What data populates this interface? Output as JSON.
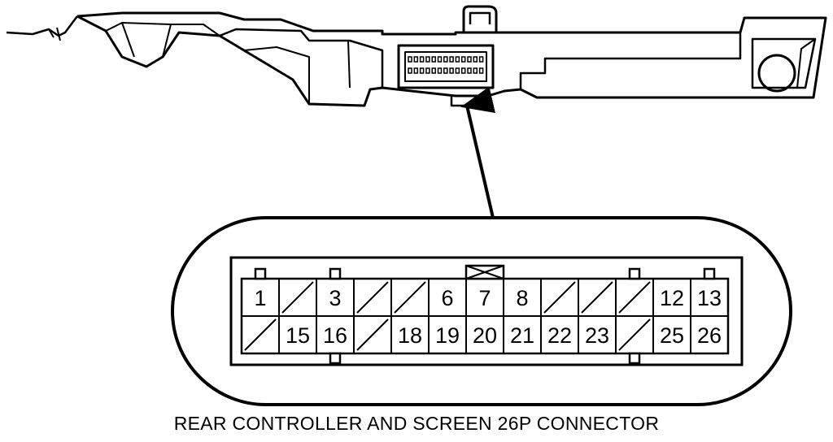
{
  "caption": "REAR CONTROLLER AND SCREEN 26P CONNECTOR",
  "connector": {
    "pins_per_row": 13,
    "top_row": [
      "1",
      "",
      "3",
      "",
      "",
      "6",
      "7",
      "8",
      "",
      "",
      "",
      "12",
      "13"
    ],
    "bottom_row": [
      "",
      "15",
      "16",
      "",
      "18",
      "19",
      "20",
      "21",
      "22",
      "23",
      "",
      "25",
      "26"
    ]
  },
  "colors": {
    "line": "#000000",
    "background": "#ffffff"
  }
}
